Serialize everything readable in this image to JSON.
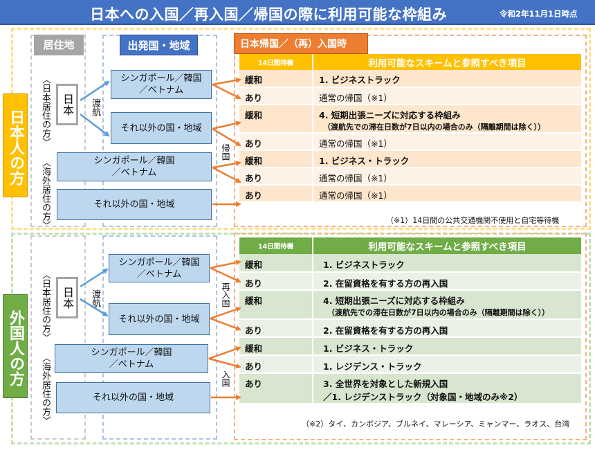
{
  "title": "日本への入国／再入国／帰国の際に利用可能な枠組み",
  "date": "令和2年11月1日時点",
  "colors": {
    "title_bg": "#4472c4",
    "japanese_accent": "#ffc000",
    "foreign_accent": "#70ad47",
    "arrow": "#ed7d31",
    "dest_box": "#bdd7ee"
  },
  "headers": {
    "residence": "居住地",
    "departure": "出発国・地域",
    "arrival": "日本帰国／（再）入国時"
  },
  "japanese": {
    "side_label": "日本人の方",
    "res_japan": "〈日本居住の方〉",
    "res_abroad": "〈海外居住の方〉",
    "japan_box": "日本",
    "travel": "渡航",
    "return_label": "帰国",
    "dest": {
      "sg_kr_vn_line1": "シンガポール／韓国",
      "sg_kr_vn_line2": "／ベトナム",
      "other": "それ以外の国・地域"
    },
    "table": {
      "col_wait": "14日間待機",
      "col_scheme": "利用可能なスキームと参照すべき項目",
      "rows": [
        {
          "wait": "緩和",
          "scheme": "1. ビジネストラック",
          "sub": ""
        },
        {
          "wait": "あり",
          "scheme": "通常の帰国（※1）",
          "sub": ""
        },
        {
          "wait": "緩和",
          "scheme": "4. 短期出張ニーズに対応する枠組み",
          "sub": "（渡航先での滞在日数が7日以内の場合のみ（隔離期間は除く））"
        },
        {
          "wait": "あり",
          "scheme": "通常の帰国（※1）",
          "sub": ""
        },
        {
          "wait": "緩和",
          "scheme": "1. ビジネス・トラック",
          "sub": ""
        },
        {
          "wait": "あり",
          "scheme": "通常の帰国（※1）",
          "sub": ""
        },
        {
          "wait": "あり",
          "scheme": "通常の帰国（※1）",
          "sub": ""
        }
      ]
    },
    "note": "（※1）14日間の公共交通機関不使用と自宅等待機"
  },
  "foreign": {
    "side_label": "外国人の方",
    "res_japan": "〈日本居住の方〉",
    "res_abroad": "〈海外居住の方〉",
    "japan_box": "日本",
    "travel": "渡航",
    "reentry_label": "再入国",
    "entry_label": "入国",
    "dest": {
      "sg_kr_vn_line1": "シンガポール／韓国",
      "sg_kr_vn_line2": "／ベトナム",
      "other": "それ以外の国・地域"
    },
    "table": {
      "col_wait": "14日間待機",
      "col_scheme": "利用可能なスキームと参照すべき項目",
      "rows": [
        {
          "wait": "緩和",
          "scheme": "1. ビジネストラック",
          "sub": ""
        },
        {
          "wait": "あり",
          "scheme": "2. 在留資格を有する方の再入国",
          "sub": ""
        },
        {
          "wait": "緩和",
          "scheme": "4. 短期出張ニーズに対応する枠組み",
          "sub": "（渡航先での滞在日数が7日以内の場合のみ（隔離期間は除く））"
        },
        {
          "wait": "あり",
          "scheme": "2. 在留資格を有する方の再入国",
          "sub": ""
        },
        {
          "wait": "緩和",
          "scheme": "1. ビジネス・トラック",
          "sub": ""
        },
        {
          "wait": "あり",
          "scheme": "1. レジデンス・トラック",
          "sub": ""
        },
        {
          "wait": "あり",
          "scheme": "3. 全世界を対象とした新規入国",
          "sub": "／1. レジデンストラック（対象国・地域のみ※2）"
        }
      ]
    },
    "note": "（※2）タイ、カンボジア、ブルネイ、マレーシア、ミャンマー、ラオス、台湾"
  }
}
